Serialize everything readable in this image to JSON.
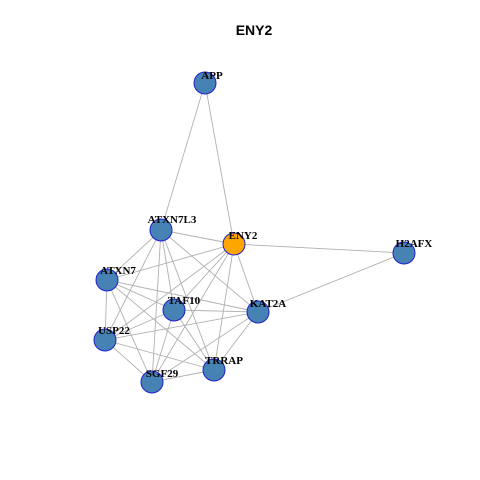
{
  "title": "ENY2",
  "colors": {
    "node_fill": "#4682b4",
    "focus_fill": "#ffa500",
    "node_border": "#1f1fd0",
    "edge": "#b0b0b0"
  },
  "nodes": [
    {
      "id": "APP",
      "label": "APP",
      "focus": false
    },
    {
      "id": "ATXN7L3",
      "label": "ATXN7L3",
      "focus": false
    },
    {
      "id": "ENY2",
      "label": "ENY2",
      "focus": true
    },
    {
      "id": "H2AFX",
      "label": "H2AFX",
      "focus": false
    },
    {
      "id": "ATXN7",
      "label": "ATXN7",
      "focus": false
    },
    {
      "id": "TAF10",
      "label": "TAF10",
      "focus": false
    },
    {
      "id": "KAT2A",
      "label": "KAT2A",
      "focus": false
    },
    {
      "id": "USP22",
      "label": "USP22",
      "focus": false
    },
    {
      "id": "TRRAP",
      "label": "TRRAP",
      "focus": false
    },
    {
      "id": "SGF29",
      "label": "SGF29",
      "focus": false
    }
  ],
  "edges": [
    [
      "APP",
      "ATXN7L3"
    ],
    [
      "APP",
      "ENY2"
    ],
    [
      "ENY2",
      "H2AFX"
    ],
    [
      "KAT2A",
      "H2AFX"
    ],
    [
      "ATXN7L3",
      "ENY2"
    ],
    [
      "ATXN7L3",
      "ATXN7"
    ],
    [
      "ATXN7L3",
      "TAF10"
    ],
    [
      "ATXN7L3",
      "KAT2A"
    ],
    [
      "ATXN7L3",
      "USP22"
    ],
    [
      "ATXN7L3",
      "SGF29"
    ],
    [
      "ATXN7L3",
      "TRRAP"
    ],
    [
      "ENY2",
      "ATXN7"
    ],
    [
      "ENY2",
      "TAF10"
    ],
    [
      "ENY2",
      "KAT2A"
    ],
    [
      "ENY2",
      "USP22"
    ],
    [
      "ENY2",
      "SGF29"
    ],
    [
      "ENY2",
      "TRRAP"
    ],
    [
      "ATXN7",
      "TAF10"
    ],
    [
      "ATXN7",
      "KAT2A"
    ],
    [
      "ATXN7",
      "USP22"
    ],
    [
      "ATXN7",
      "SGF29"
    ],
    [
      "ATXN7",
      "TRRAP"
    ],
    [
      "TAF10",
      "KAT2A"
    ],
    [
      "TAF10",
      "USP22"
    ],
    [
      "TAF10",
      "SGF29"
    ],
    [
      "TAF10",
      "TRRAP"
    ],
    [
      "KAT2A",
      "USP22"
    ],
    [
      "KAT2A",
      "SGF29"
    ],
    [
      "KAT2A",
      "TRRAP"
    ],
    [
      "USP22",
      "SGF29"
    ],
    [
      "USP22",
      "TRRAP"
    ],
    [
      "SGF29",
      "TRRAP"
    ]
  ]
}
